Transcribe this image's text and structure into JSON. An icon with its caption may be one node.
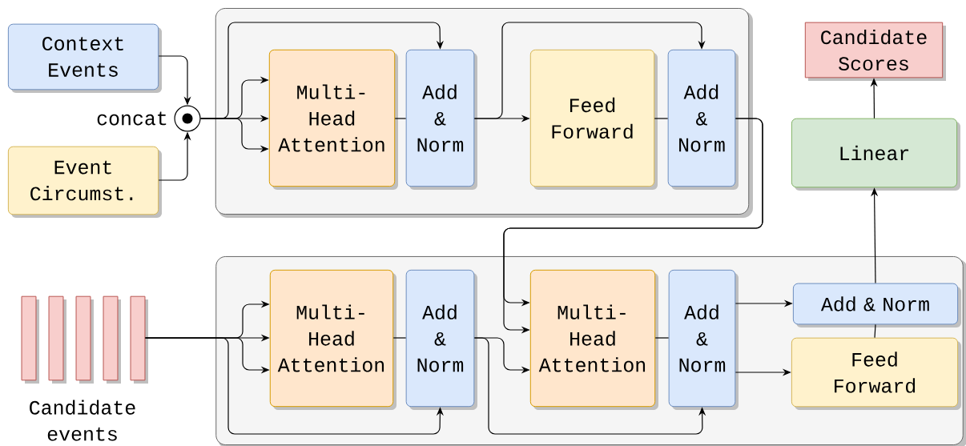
{
  "diagram": {
    "nodes": [
      {
        "text": [
          "Context Events"
        ]
      },
      {
        "text": [
          "Event Circumst."
        ]
      },
      {
        "text": [],
        "shape": "circle",
        "beside": [
          "concat"
        ]
      },
      {
        "text": [],
        "shape": "box"
      },
      {
        "text": [
          "Multi- Head Attention"
        ],
        "in": 3
      },
      {
        "text": [
          "Add & Norm"
        ],
        "in": 3
      },
      {
        "text": [
          "Feed Forward"
        ],
        "in": 3
      },
      {
        "text": [
          "Add & Norm"
        ],
        "in": 3
      },
      {
        "text": [
          "Candidate Scores"
        ]
      },
      {
        "text": [
          "Linear"
        ]
      },
      {
        "text": [],
        "shape": "box"
      },
      {
        "text": [],
        "shape": "bar"
      },
      {
        "text": [],
        "shape": "bar"
      },
      {
        "text": [],
        "shape": "bar"
      },
      {
        "text": [],
        "shape": "bar"
      },
      {
        "text": [],
        "shape": "bar"
      },
      {
        "text": [
          "Multi- Head Attention"
        ],
        "in": 10
      },
      {
        "text": [
          "Add & Norm"
        ],
        "in": 10
      },
      {
        "text": [
          "Multi- Head Attention"
        ],
        "in": 10
      },
      {
        "text": [
          "Add & Norm"
        ],
        "in": 10
      },
      {
        "text": [
          "Add & Norm"
        ],
        "in": 10
      },
      {
        "text": [
          "Feed Forward"
        ],
        "in": 10
      }
    ],
    "edges": [
      {
        "from": 0,
        "to": 2,
        "arrow": "to"
      },
      {
        "from": 1,
        "to": 2,
        "arrow": "to"
      },
      {
        "from": 2,
        "to": 4,
        "arrow": "to"
      },
      {
        "from": 2,
        "to": 4,
        "arrow": "to"
      },
      {
        "from": 2,
        "to": 4,
        "arrow": "to"
      },
      {
        "from": 2,
        "to": 5,
        "arrow": "to"
      },
      {
        "from": 4,
        "to": 5,
        "arrow": "none"
      },
      {
        "from": 5,
        "to": 6,
        "arrow": "to"
      },
      {
        "from": 5,
        "to": 7,
        "arrow": "to"
      },
      {
        "from": 6,
        "to": 7,
        "arrow": "none"
      },
      {
        "from": 7,
        "to": 18,
        "arrow": "to"
      },
      {
        "from": 7,
        "to": 18,
        "arrow": "to"
      },
      {
        "from": 15,
        "to": 16,
        "arrow": "to"
      },
      {
        "from": 15,
        "to": 16,
        "arrow": "to"
      },
      {
        "from": 15,
        "to": 16,
        "arrow": "to"
      },
      {
        "from": 15,
        "to": 17,
        "arrow": "to"
      },
      {
        "from": 16,
        "to": 17,
        "arrow": "none"
      },
      {
        "from": 17,
        "to": 18,
        "arrow": "to"
      },
      {
        "from": 17,
        "to": 19,
        "arrow": "to"
      },
      {
        "from": 18,
        "to": 19,
        "arrow": "none"
      },
      {
        "from": 19,
        "to": 20,
        "arrow": "to"
      },
      {
        "from": 19,
        "to": 21,
        "arrow": "to"
      },
      {
        "from": 21,
        "to": 20,
        "arrow": "none"
      },
      {
        "from": 20,
        "to": 9,
        "arrow": "to"
      },
      {
        "from": 9,
        "to": 8,
        "arrow": "to"
      }
    ],
    "labels": [
      "Candidate events"
    ]
  }
}
